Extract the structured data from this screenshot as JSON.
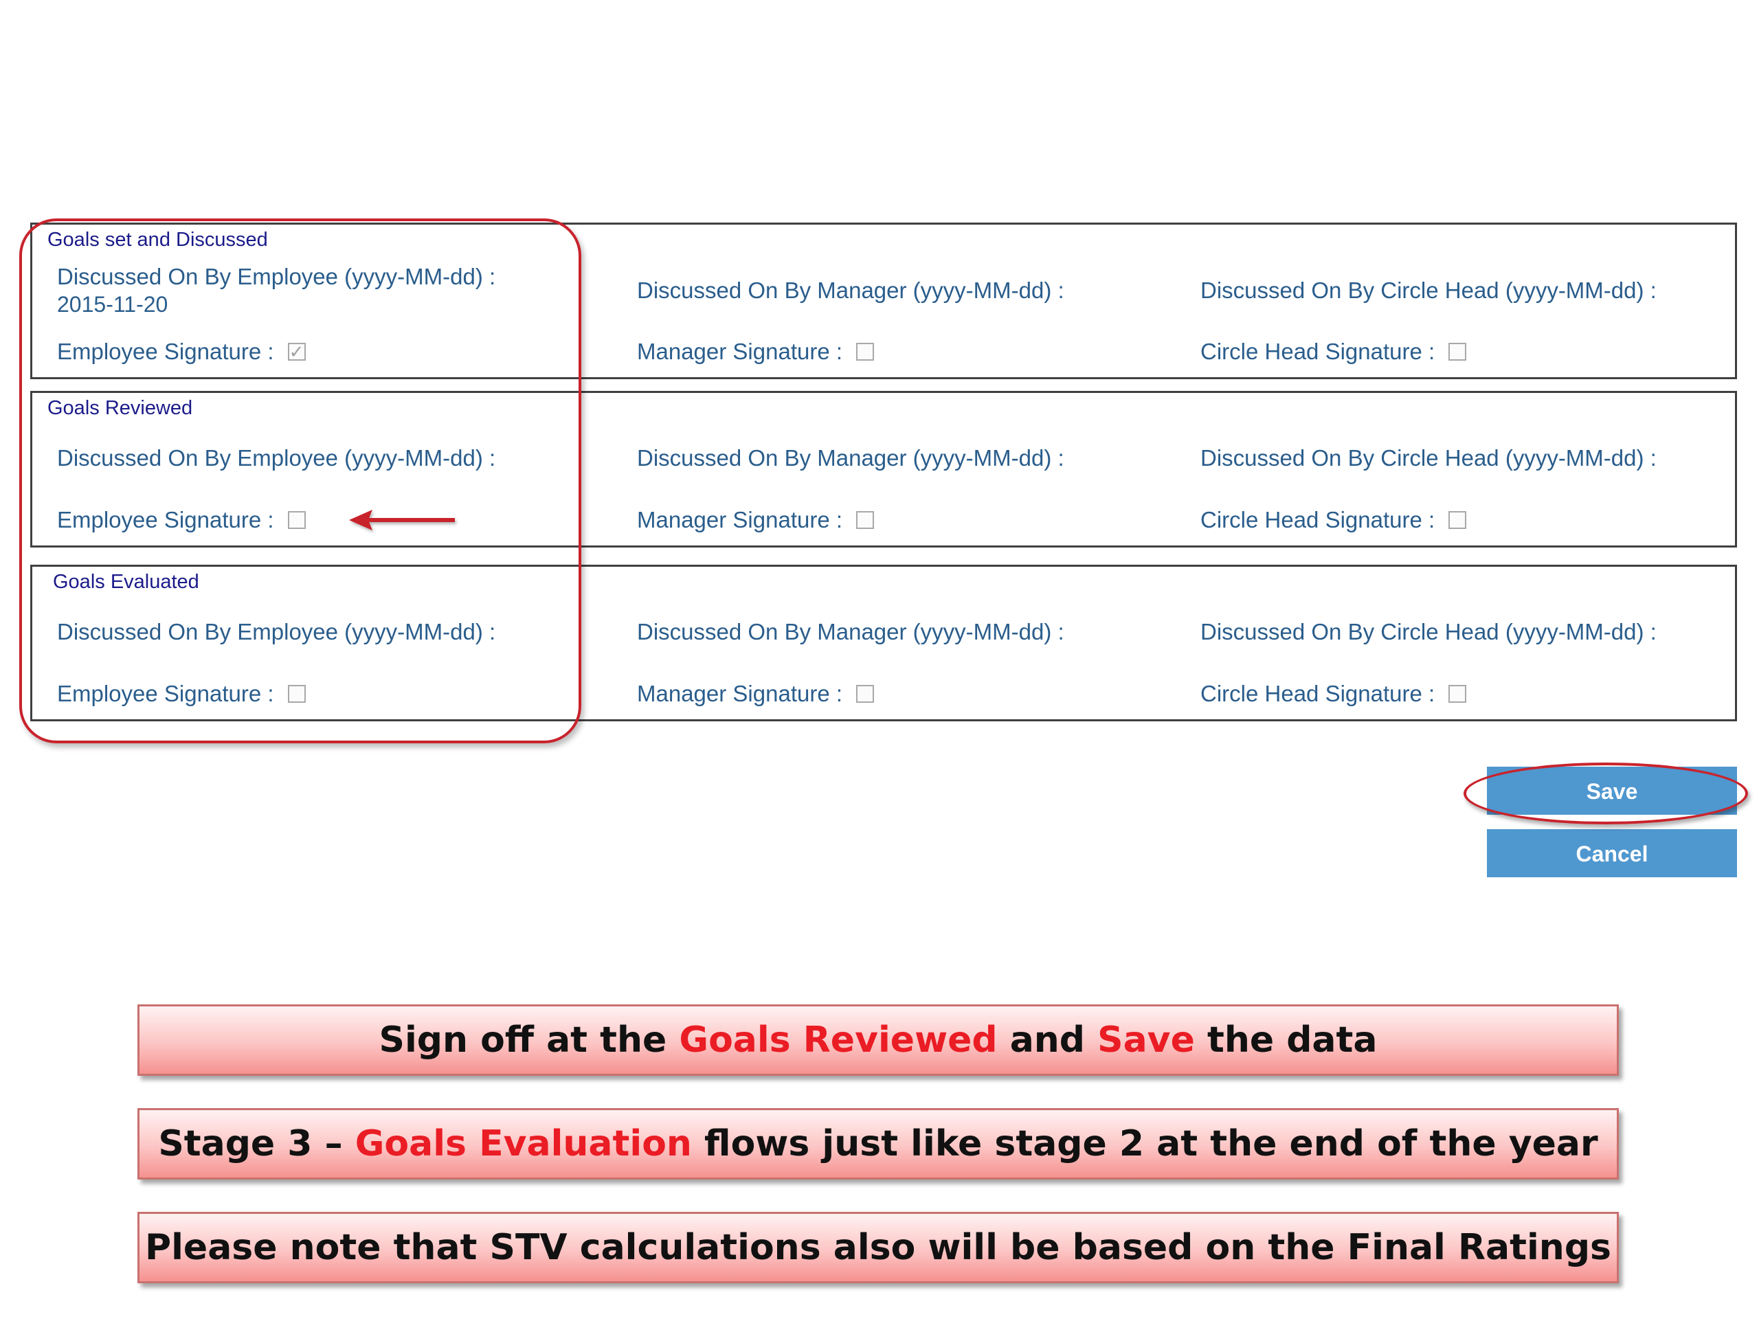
{
  "colors": {
    "label_blue": "#2a5d8c",
    "section_title": "#1b1b8a",
    "button_blue": "#4f97cf",
    "annotation_red": "#c8232c",
    "highlight_red": "#ea1c24"
  },
  "common": {
    "emp_label": "Discussed On By Employee (yyyy-MM-dd) :",
    "mgr_label": "Discussed On By Manager (yyyy-MM-dd) :",
    "ch_label": "Discussed On By Circle Head (yyyy-MM-dd) :",
    "emp_sig": "Employee Signature :",
    "mgr_sig": "Manager Signature :",
    "ch_sig": "Circle Head Signature :"
  },
  "sections": [
    {
      "title": "Goals set and Discussed",
      "emp_date": "2015-11-20",
      "emp_checked": true,
      "mgr_checked": false,
      "ch_checked": false
    },
    {
      "title": "Goals Reviewed",
      "emp_date": "",
      "emp_checked": false,
      "mgr_checked": false,
      "ch_checked": false
    },
    {
      "title": "Goals Evaluated",
      "emp_date": "",
      "emp_checked": false,
      "mgr_checked": false,
      "ch_checked": false
    }
  ],
  "buttons": {
    "save": "Save",
    "cancel": "Cancel"
  },
  "notes": [
    {
      "parts": [
        "Sign off at the ",
        "Goals Reviewed",
        " and ",
        "Save",
        " the data"
      ]
    },
    {
      "parts": [
        "Stage 3 – ",
        "Goals Evaluation",
        " flows just like stage 2 at the end of the year"
      ]
    },
    {
      "parts": [
        "Please note that STV calculations also will be based on the Final Ratings"
      ]
    }
  ]
}
